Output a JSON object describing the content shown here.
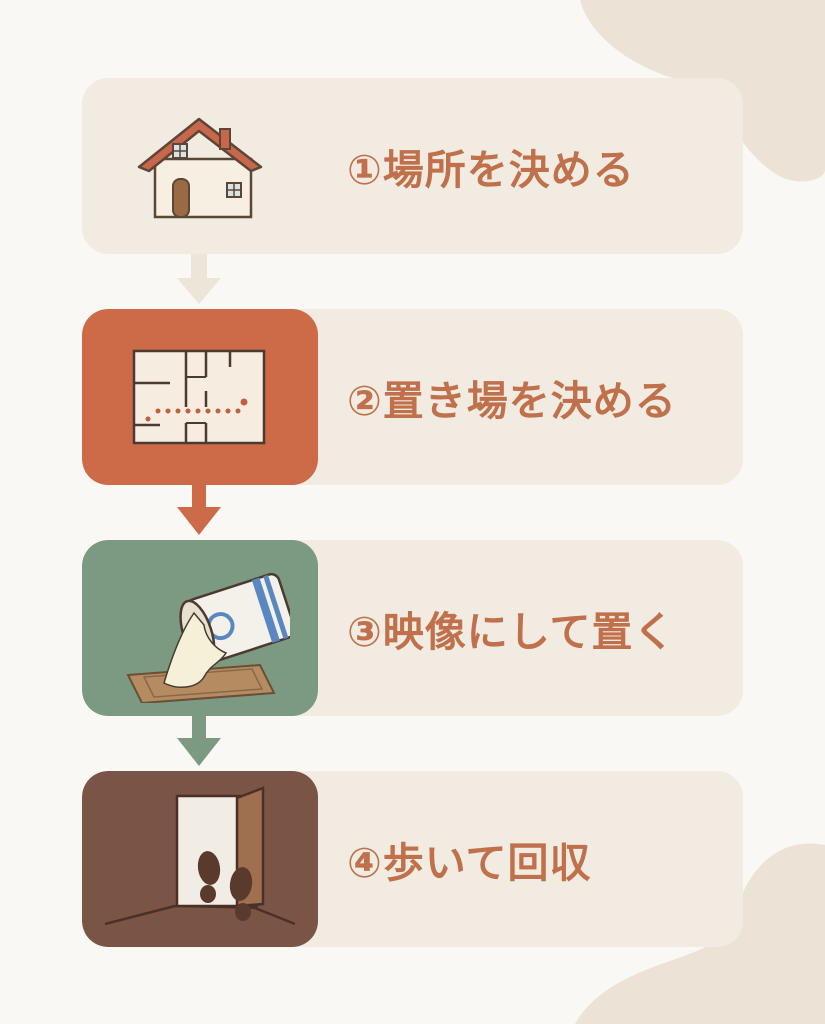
{
  "colors": {
    "background": "#faf8f4",
    "card": "#f1ebe1",
    "text": "#c0714c",
    "step2_accent": "#cd6a48",
    "step3_accent": "#7c9a81",
    "step4_accent": "#7a5545",
    "arrow1": "#ede5d8"
  },
  "steps": [
    {
      "label": "①場所を決める",
      "icon": "house-icon"
    },
    {
      "label": "②置き場を決める",
      "icon": "floor-plan-icon"
    },
    {
      "label": "③映像にして置く",
      "icon": "spilled-cup-icon"
    },
    {
      "label": "④歩いて回収",
      "icon": "footprints-door-icon"
    }
  ]
}
